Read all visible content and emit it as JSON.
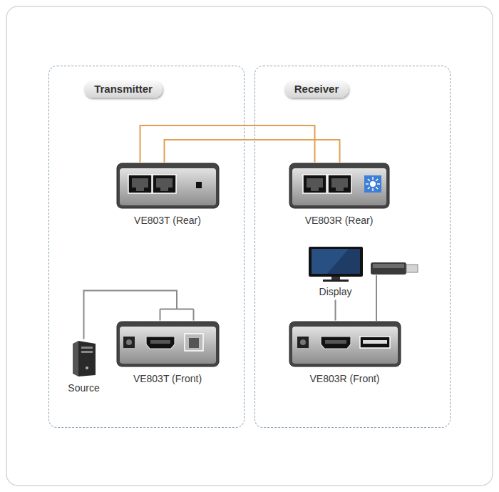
{
  "diagram": {
    "nodes": [
      {
        "text": [
          "Transmitter"
        ]
      },
      {
        "text": [
          "Receiver"
        ]
      },
      {
        "text": [
          "VE803T (Rear)"
        ],
        "in": 0
      },
      {
        "text": [
          "Source"
        ],
        "in": 0
      },
      {
        "text": [
          "VE803T (Front)"
        ],
        "in": 0
      },
      {
        "text": [
          "VE803R (Rear)"
        ],
        "in": 1
      },
      {
        "text": [
          "Display"
        ],
        "in": 1
      },
      {
        "text": [
          "VE803R (Front)"
        ],
        "in": 1
      }
    ],
    "edges": [
      {
        "from": 2,
        "to": 5,
        "arrow": "none"
      },
      {
        "from": 2,
        "to": 5,
        "arrow": "none"
      },
      {
        "from": 3,
        "to": 4,
        "arrow": "none"
      },
      {
        "from": 6,
        "to": 7,
        "arrow": "none"
      }
    ]
  }
}
